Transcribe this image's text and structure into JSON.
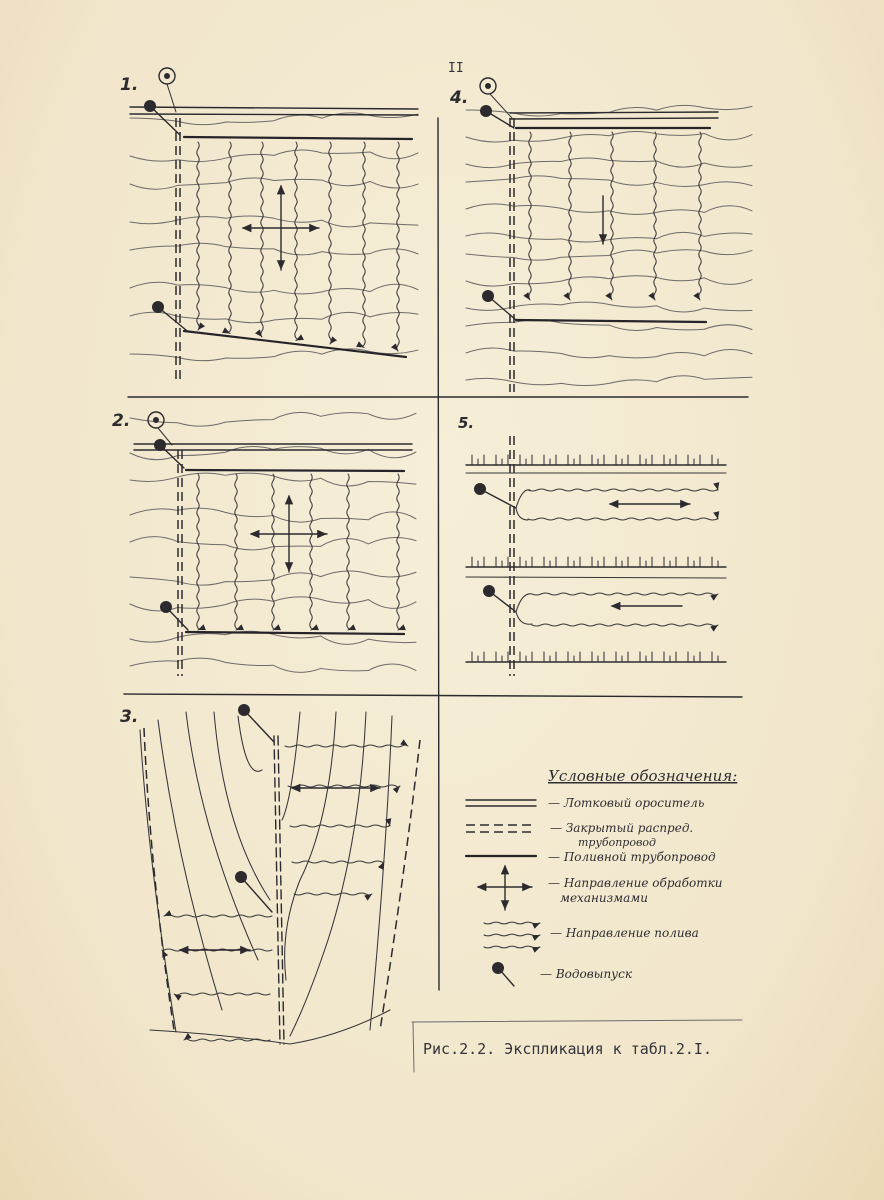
{
  "page_number": "II",
  "panels": [
    {
      "id": "1",
      "label": "1."
    },
    {
      "id": "4",
      "label": "4."
    },
    {
      "id": "2",
      "label": "2."
    },
    {
      "id": "5",
      "label": "5."
    },
    {
      "id": "3",
      "label": "3."
    }
  ],
  "legend": {
    "title": "Условные обозначения:",
    "items": [
      {
        "symbol": "double-line",
        "text": "— Лотковый ороситель"
      },
      {
        "symbol": "double-dashed-line",
        "text": "— Закрытый распред.",
        "text2": "трубопровод"
      },
      {
        "symbol": "thick-line",
        "text": "— Поливной трубопровод"
      },
      {
        "symbol": "cross-arrows",
        "text": "— Направление обработки",
        "text2": "механизмами"
      },
      {
        "symbol": "wavy-arrows",
        "text": "— Направление полива"
      },
      {
        "symbol": "valve",
        "text": "— Водовыпуск"
      }
    ]
  },
  "caption": "Рис.2.2. Экспликация к табл.2.I.",
  "colors": {
    "paper": "#f3ead2",
    "ink": "#2c2a2f"
  }
}
